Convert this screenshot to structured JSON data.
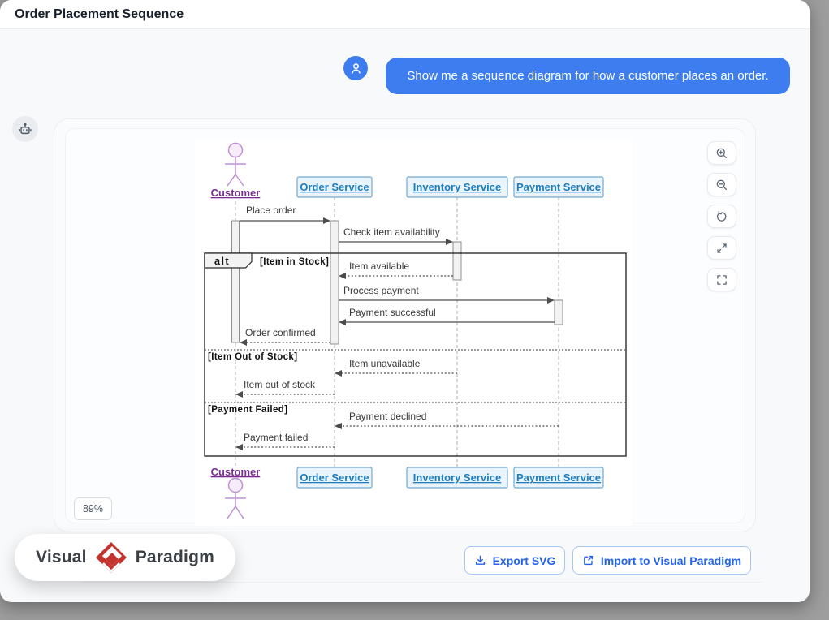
{
  "window": {
    "title": "Order Placement Sequence"
  },
  "chat": {
    "user_message": "Show me a sequence diagram for how a customer places an order.",
    "user_avatar_icon": "person-icon",
    "assistant_avatar_icon": "robot-icon"
  },
  "viewer": {
    "zoom_level": "89%",
    "toolbar": [
      {
        "icon": "zoom-in-icon"
      },
      {
        "icon": "zoom-out-icon"
      },
      {
        "icon": "reset-view-icon"
      },
      {
        "icon": "expand-icon"
      },
      {
        "icon": "fullscreen-icon"
      }
    ]
  },
  "diagram": {
    "type": "sequence",
    "participants": [
      {
        "name": "Customer",
        "kind": "actor"
      },
      {
        "name": "Order Service",
        "kind": "lifeline"
      },
      {
        "name": "Inventory Service",
        "kind": "lifeline"
      },
      {
        "name": "Payment Service",
        "kind": "lifeline"
      }
    ],
    "fragment": {
      "operator": "alt",
      "guards": [
        "[Item in Stock]",
        "[Item Out of Stock]",
        "[Payment Failed]"
      ]
    },
    "messages": [
      {
        "from": "Customer",
        "to": "Order Service",
        "label": "Place order",
        "line": "solid"
      },
      {
        "from": "Order Service",
        "to": "Inventory Service",
        "label": "Check item availability",
        "line": "solid"
      },
      {
        "from": "Inventory Service",
        "to": "Order Service",
        "label": "Item available",
        "line": "dashed"
      },
      {
        "from": "Order Service",
        "to": "Payment Service",
        "label": "Process payment",
        "line": "solid"
      },
      {
        "from": "Payment Service",
        "to": "Order Service",
        "label": "Payment successful",
        "line": "solid"
      },
      {
        "from": "Order Service",
        "to": "Customer",
        "label": "Order confirmed",
        "line": "dashed"
      },
      {
        "from": "Inventory Service",
        "to": "Order Service",
        "label": "Item unavailable",
        "line": "dashed"
      },
      {
        "from": "Order Service",
        "to": "Customer",
        "label": "Item out of stock",
        "line": "dashed"
      },
      {
        "from": "Payment Service",
        "to": "Order Service",
        "label": "Payment declined",
        "line": "dashed"
      },
      {
        "from": "Order Service",
        "to": "Customer",
        "label": "Payment failed",
        "line": "dashed"
      }
    ]
  },
  "footer": {
    "logo": {
      "word1": "Visual",
      "word2": "Paradigm",
      "mark": "visual-paradigm-diamond-icon"
    },
    "buttons": [
      {
        "label": "Export SVG",
        "icon": "download-icon"
      },
      {
        "label": "Import to Visual Paradigm",
        "icon": "external-link-icon"
      }
    ]
  },
  "colors": {
    "chat_bubble_blue": "#3D7DF0",
    "action_button_blue": "#2563EB",
    "logo_red": "#C4332D",
    "actor_purple": "#7A2E95",
    "participant_blue": "#1E7DBE",
    "participant_box_fill": "#E9F4FC"
  }
}
